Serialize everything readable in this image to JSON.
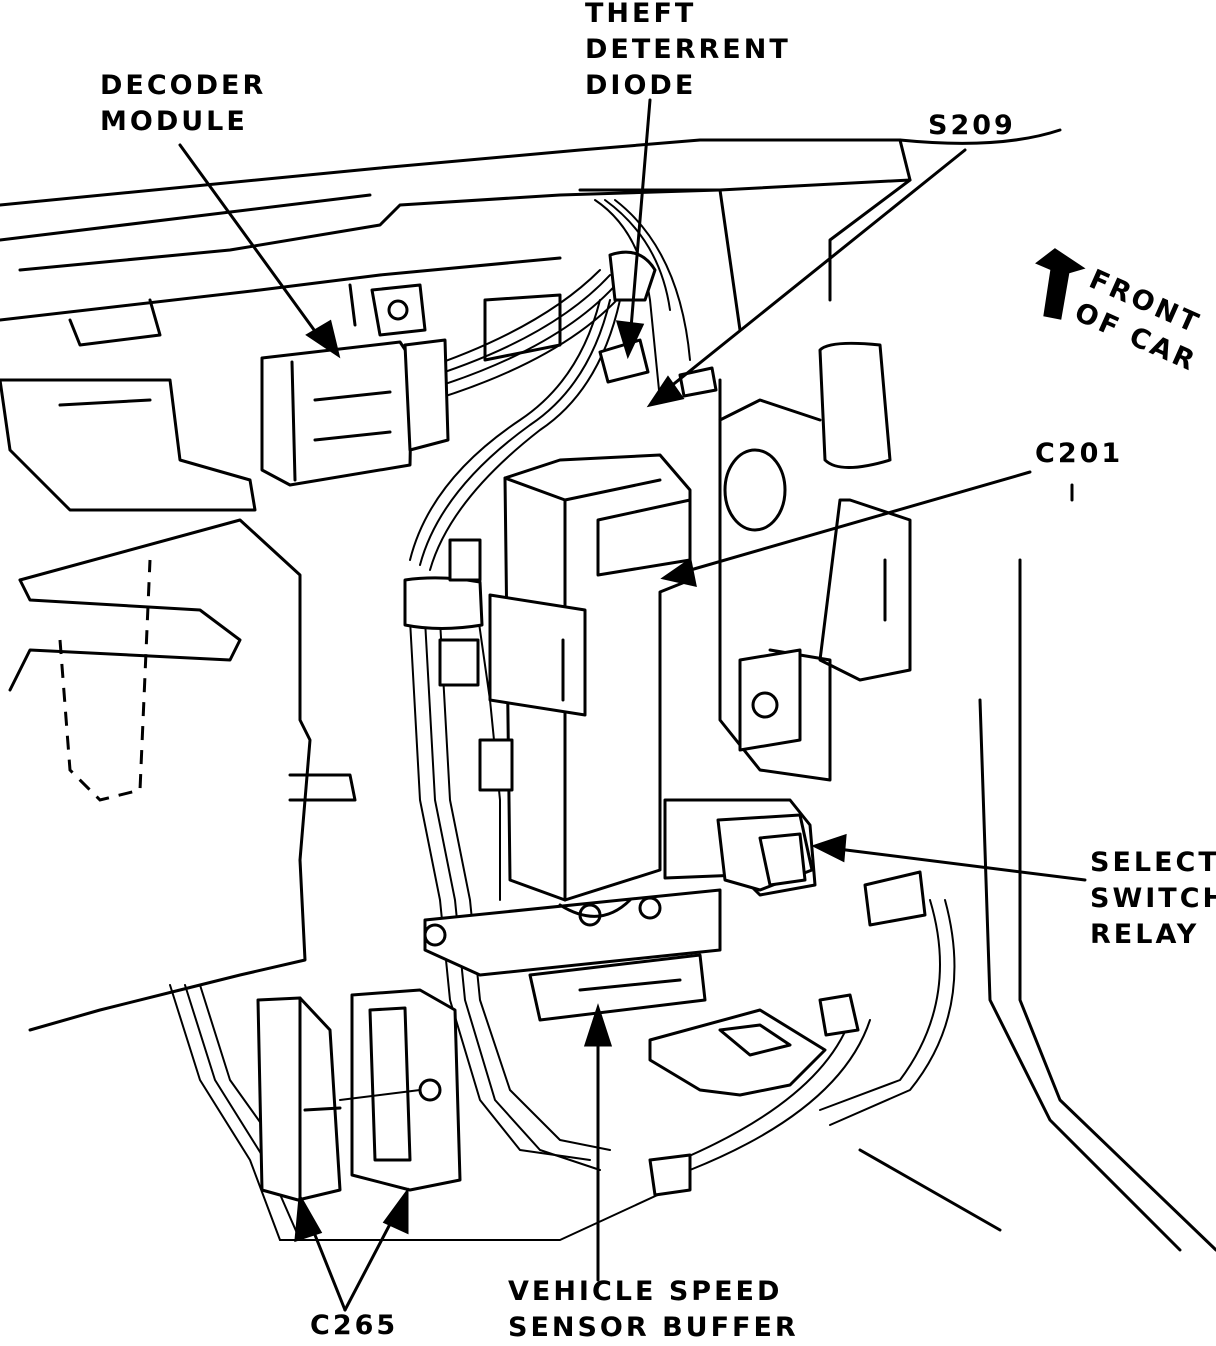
{
  "labels": {
    "theft_deterrent_diode": [
      "THEFT",
      "DETERRENT",
      "DIODE"
    ],
    "decoder_module": [
      "DECODER",
      "MODULE"
    ],
    "s209": "S209",
    "front_of_car": [
      "FRONT",
      "OF CAR"
    ],
    "c201": "C201",
    "select_switch_relay": [
      "SELECT",
      "SWITCH",
      "RELAY"
    ],
    "vehicle_speed_sensor_buffer": [
      "VEHICLE SPEED",
      "SENSOR BUFFER"
    ],
    "c265": "C265"
  },
  "colors": {
    "ink": "#000000",
    "paper": "#ffffff"
  }
}
